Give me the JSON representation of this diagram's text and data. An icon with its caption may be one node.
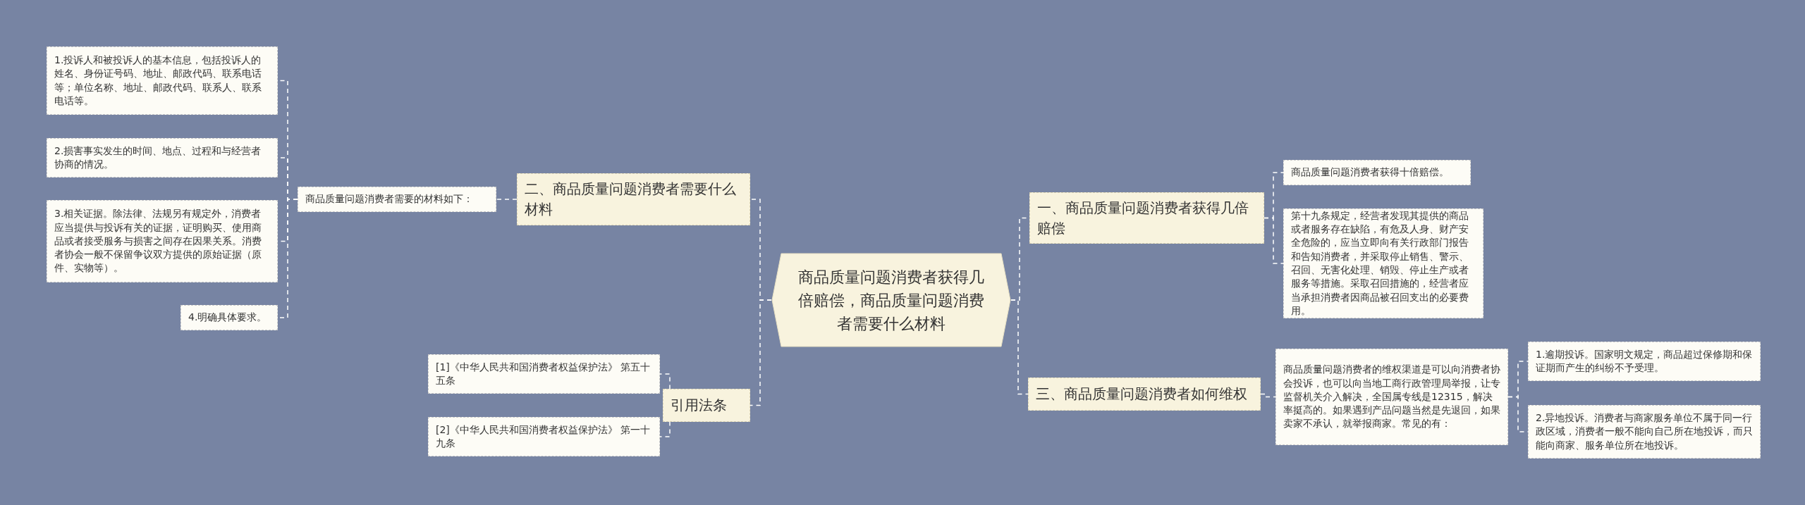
{
  "diagram": {
    "nodes": [
      {
        "text": [
          "商品质量问题消费者获得几倍赔偿，商品质量问题消费者需要什么材料"
        ]
      },
      {
        "text": [
          "二、商品质量问题消费者需要什么材料"
        ]
      },
      {
        "text": [
          "商品质量问题消费者需要的材料如下："
        ]
      },
      {
        "text": [
          "1.投诉人和被投诉人的基本信息，包括投诉人的姓名、身份证号码、地址、邮政代码、联系电话等；单位名称、地址、邮政代码、联系人、联系电话等。"
        ]
      },
      {
        "text": [
          "2.损害事实发生的时间、地点、过程和与经营者协商的情况。"
        ]
      },
      {
        "text": [
          "3.相关证据。除法律、法规另有规定外，消费者应当提供与投诉有关的证据，证明购买、使用商品或者接受服务与损害之间存在因果关系。消费者协会一般不保留争议双方提供的原始证据（原件、实物等）。"
        ]
      },
      {
        "text": [
          "4.明确具体要求。"
        ]
      },
      {
        "text": [
          "引用法条"
        ]
      },
      {
        "text": [
          "[1]《中华人民共和国消费者权益保护法》 第五十五条"
        ]
      },
      {
        "text": [
          "[2]《中华人民共和国消费者权益保护法》 第一十九条"
        ]
      },
      {
        "text": [
          "一、商品质量问题消费者获得几倍赔偿"
        ]
      },
      {
        "text": [
          "商品质量问题消费者获得十倍赔偿。"
        ]
      },
      {
        "text": [
          "第十九条规定，经营者发现其提供的商品或者服务存在缺陷，有危及人身、财产安全危险的，应当立即向有关行政部门报告和告知消费者，并采取停止销售、警示、召回、无害化处理、销毁、停止生产或者服务等措施。采取召回措施的，经营者应当承担消费者因商品被召回支出的必要费用。"
        ]
      },
      {
        "text": [
          "三、商品质量问题消费者如何维权"
        ]
      },
      {
        "text": [
          "商品质量问题消费者的维权渠道是可以向消费者协会投诉，也可以向当地工商行政管理局举报，让专监督机关介入解决，全国属专线是12315，解决率挺高的。如果遇到产品问题当然是先退回，如果卖家不承认，就举报商家。常见的有："
        ]
      },
      {
        "text": [
          "1.逾期投诉。国家明文规定，商品超过保修期和保证期而产生的纠纷不予受理。"
        ]
      },
      {
        "text": [
          "2.异地投诉。消费者与商家服务单位不属于同一行政区域，消费者一般不能向自己所在地投诉，而只能向商家、服务单位所在地投诉。"
        ]
      }
    ],
    "edges": [
      {
        "from": 0,
        "to": 1,
        "arrow": "none"
      },
      {
        "from": 1,
        "to": 2,
        "arrow": "none"
      },
      {
        "from": 2,
        "to": 3,
        "arrow": "none"
      },
      {
        "from": 2,
        "to": 4,
        "arrow": "none"
      },
      {
        "from": 2,
        "to": 5,
        "arrow": "none"
      },
      {
        "from": 2,
        "to": 6,
        "arrow": "none"
      },
      {
        "from": 0,
        "to": 7,
        "arrow": "none"
      },
      {
        "from": 7,
        "to": 8,
        "arrow": "none"
      },
      {
        "from": 7,
        "to": 9,
        "arrow": "none"
      },
      {
        "from": 0,
        "to": 10,
        "arrow": "none"
      },
      {
        "from": 10,
        "to": 11,
        "arrow": "none"
      },
      {
        "from": 10,
        "to": 12,
        "arrow": "none"
      },
      {
        "from": 0,
        "to": 13,
        "arrow": "none"
      },
      {
        "from": 13,
        "to": 14,
        "arrow": "none"
      },
      {
        "from": 14,
        "to": 15,
        "arrow": "none"
      },
      {
        "from": 14,
        "to": 16,
        "arrow": "none"
      }
    ]
  }
}
